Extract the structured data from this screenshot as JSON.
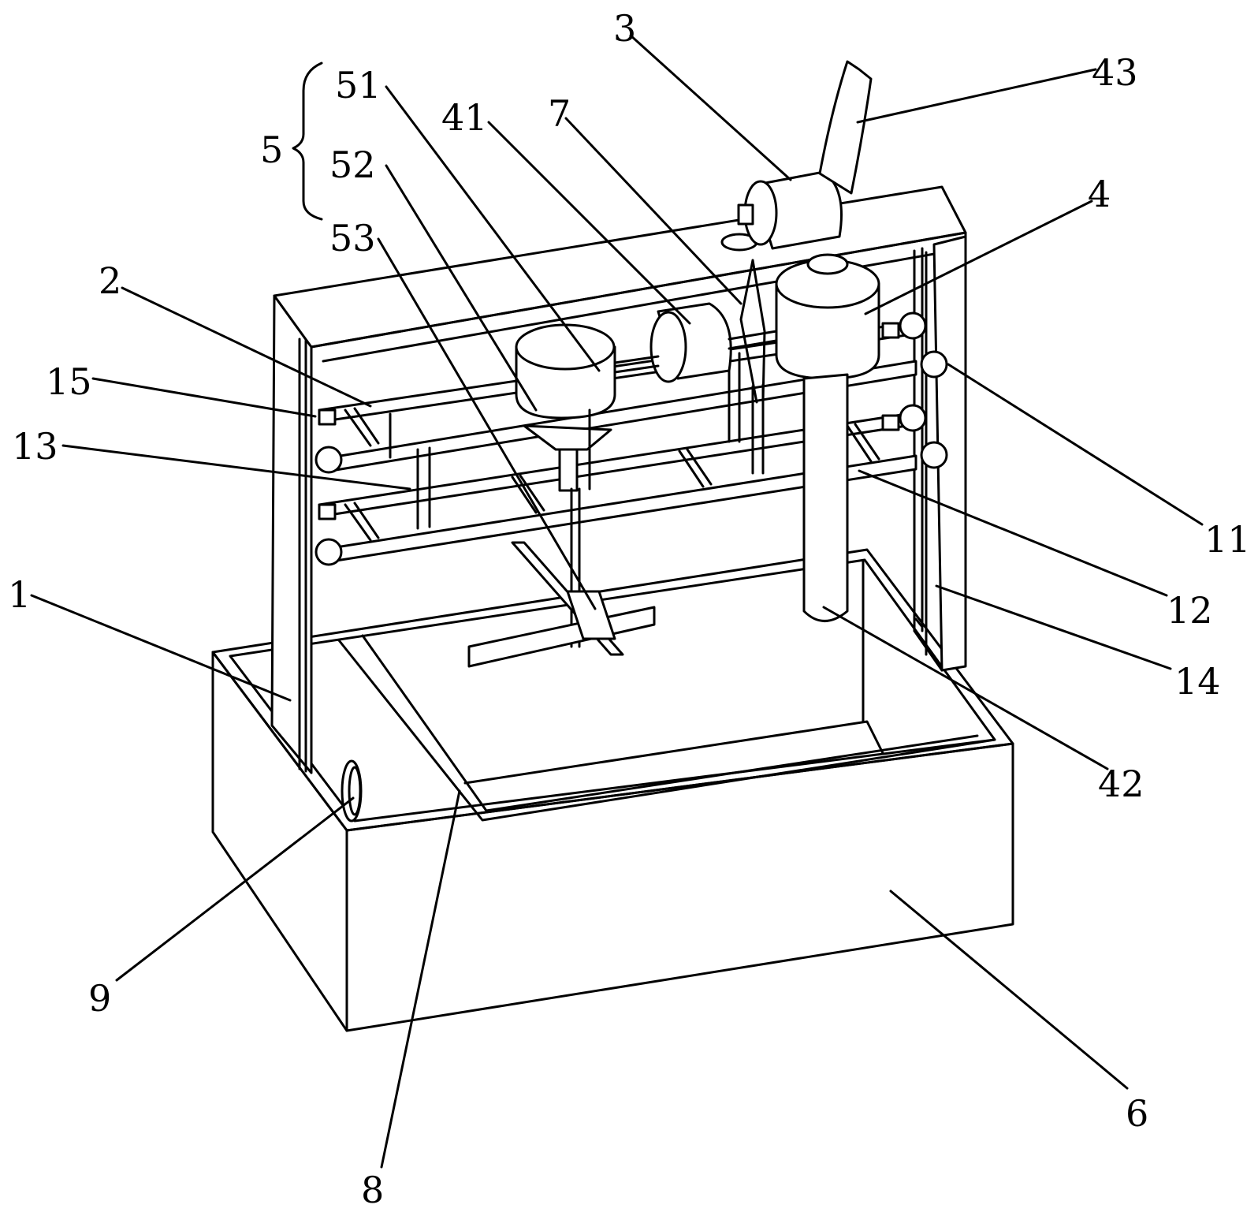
{
  "labels": {
    "l1": "1",
    "l2": "2",
    "l3": "3",
    "l4": "4",
    "l5": "5",
    "l6": "6",
    "l7": "7",
    "l8": "8",
    "l9": "9",
    "l11": "11",
    "l12": "12",
    "l13": "13",
    "l14": "14",
    "l15": "15",
    "l41": "41",
    "l42": "42",
    "l43": "43",
    "l51": "51",
    "l52": "52",
    "l53": "53"
  }
}
